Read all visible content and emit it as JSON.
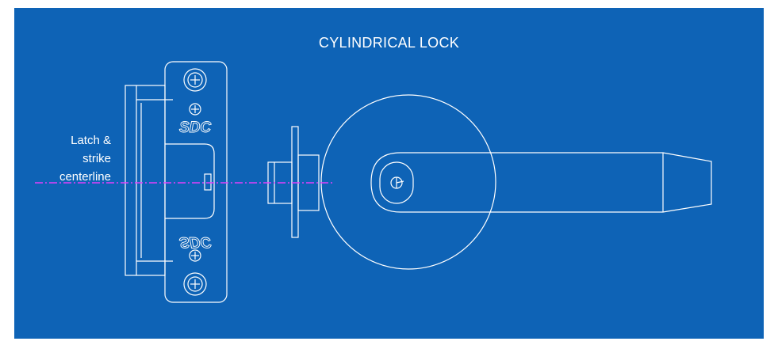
{
  "diagram": {
    "title": "CYLINDRICAL LOCK",
    "labels": {
      "centerline_line1": "Latch &",
      "centerline_line2": "strike",
      "centerline_line3": "centerline"
    },
    "strike_brand": "SDC",
    "colors": {
      "background": "#0e63b6",
      "linework": "#ffffff",
      "centerline": "#e040fb"
    }
  }
}
